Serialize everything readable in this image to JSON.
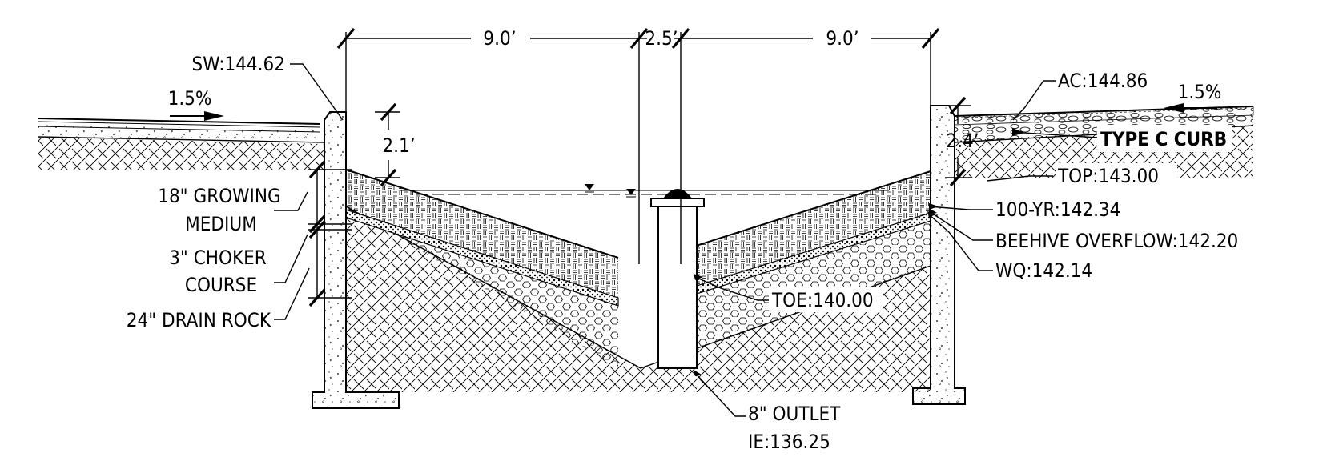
{
  "dimensions": {
    "left_width": "9.0’",
    "center_width": "2.5’",
    "right_width": "9.0’",
    "left_depth": "2.1’",
    "right_depth": "2.4’"
  },
  "slopes": {
    "left": "1.5%",
    "right": "1.5%"
  },
  "labels": {
    "sw": "SW:144.62",
    "ac": "AC:144.86",
    "curb": "TYPE C CURB",
    "top": "TOP:143.00",
    "hundred_yr": "100-YR:142.34",
    "beehive": "BEEHIVE OVERFLOW:142.20",
    "wq": "WQ:142.14",
    "toe": "TOE:140.00",
    "outlet": "8\" OUTLET",
    "ie": "IE:136.25",
    "growing_1": "18\" GROWING",
    "growing_2": "MEDIUM",
    "choker_1": "3\" CHOKER",
    "choker_2": "COURSE",
    "drain_rock": "24\" DRAIN ROCK"
  },
  "colors": {
    "ink": "#000000",
    "paper": "#ffffff"
  }
}
